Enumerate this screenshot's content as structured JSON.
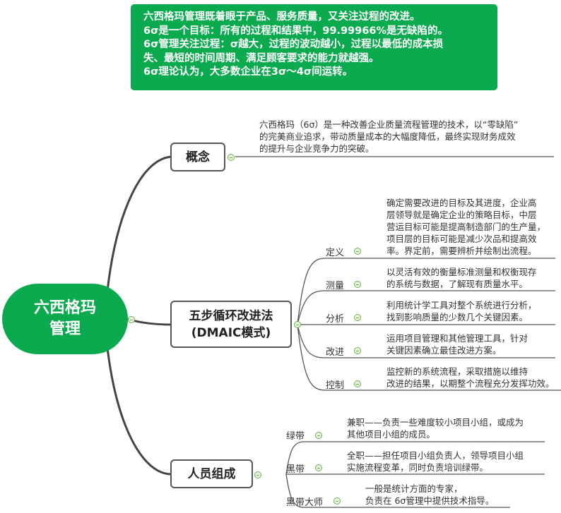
{
  "banner": {
    "lines": [
      "六西格玛管理既着眼于产品、服务质量，又关注过程的改进。",
      " 6σ是一个目标：所有的过程和结果中，99.99966%是无缺陷的。",
      " 6σ管理关注过程：σ越大，过程的波动越小，过程以最低的成本损",
      "失、最短的时间周期、满足顾客要求的能力就越强。",
      " 6σ理论认为，大多数企业在3σ～4σ间运转。"
    ],
    "color": "#0caa4e"
  },
  "root": {
    "line1": "六西格玛",
    "line2": "管理",
    "color": "#0caa4e"
  },
  "concept": {
    "label": "概念",
    "desc": [
      "六西格玛（6σ）是一种改善企业质量流程管理的技术，以“零缺陷”",
      "的完美商业追求，带动质量成本的大幅度降低，最终实现财务成效",
      "的提升与企业竞争力的突破。"
    ]
  },
  "dmaic": {
    "line1": "五步循环改进法",
    "line2": "(DMAIC模式)",
    "steps": [
      {
        "label": "定义",
        "desc": [
          "确定需要改进的目标及其进度，企业高",
          "层领导就是确定企业的策略目标，中层",
          "营运目标可能是提高制造部门的生产量，",
          "项目层的目标可能是减少次品和提高效",
          "率。界定前，需要辨析并绘制出流程。"
        ]
      },
      {
        "label": "测量",
        "desc": [
          "以灵活有效的衡量标准测量和权衡现存",
          "的系统与数据，了解现有质量水平。"
        ]
      },
      {
        "label": "分析",
        "desc": [
          "利用统计学工具对整个系统进行分析，",
          "找到影响质量的少数几个关键因素。"
        ]
      },
      {
        "label": "改进",
        "desc": [
          "运用项目管理和其他管理工具，针对",
          "关键因素确立最佳改进方案。"
        ]
      },
      {
        "label": "控制",
        "desc": [
          "监控新的系统流程，采取措施以维持",
          "改进的结果，以期整个流程充分发挥功效。"
        ]
      }
    ]
  },
  "staff": {
    "label": "人员组成",
    "roles": [
      {
        "label": "绿带",
        "desc": [
          "兼职——负责一些难度较小项目小组，或成为",
          "其他项目小组的成员。"
        ]
      },
      {
        "label": "黑带",
        "desc": [
          "全职——担任项目小组负责人，领导项目小组",
          "实施流程变革，同时负责培训绿带。"
        ]
      },
      {
        "label": "黑带大师",
        "desc": [
          "一般是统计方面的专家，",
          "负责在 6σ管理中提供技术指导。"
        ]
      }
    ]
  },
  "icons": {
    "toggle": "collapse-minus-icon"
  }
}
